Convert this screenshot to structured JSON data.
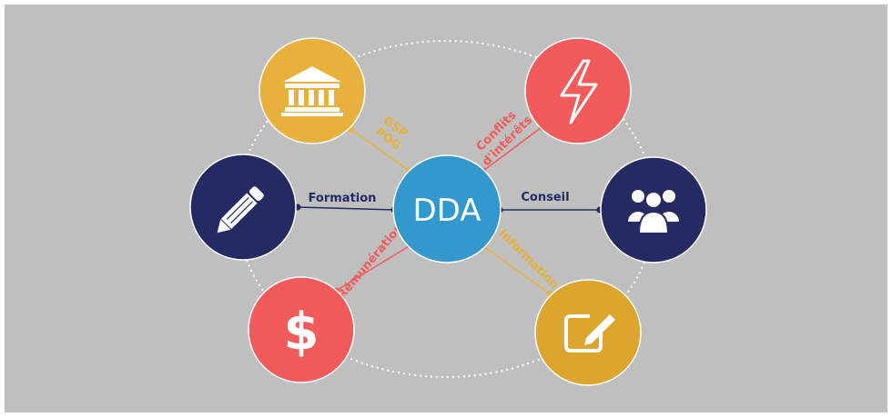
{
  "center": {
    "label": "DDA",
    "color": "#3399cc"
  },
  "colors": {
    "navy": "#252a63",
    "gold": "#e8b13c",
    "coral": "#f25b5b",
    "ellipse": "#ffffff",
    "background": "#bfbfbf"
  },
  "nodes": [
    {
      "id": "bank",
      "icon": "bank-icon",
      "color": "#e8b13c"
    },
    {
      "id": "lightning",
      "icon": "lightning-icon",
      "color": "#f25b5b"
    },
    {
      "id": "pencil",
      "icon": "pencil-icon",
      "color": "#252a63"
    },
    {
      "id": "group",
      "icon": "group-icon",
      "color": "#252a63"
    },
    {
      "id": "dollar",
      "icon": "dollar-icon",
      "color": "#f25b5b"
    },
    {
      "id": "edit",
      "icon": "edit-icon",
      "color": "#dba52e"
    }
  ],
  "connectors": {
    "gsp_pog": {
      "line1": "GSP",
      "line2": "POG",
      "color": "#e8b13c"
    },
    "conflits": {
      "line1": "Conflits",
      "line2": "d'intérêts",
      "color": "#f25b5b"
    },
    "formation": {
      "text": "Formation",
      "color": "#252a63"
    },
    "conseil": {
      "text": "Conseil",
      "color": "#252a63"
    },
    "remuneration": {
      "text": "Rémunération",
      "color": "#f25b5b"
    },
    "information": {
      "text": "Information",
      "color": "#e8b13c"
    }
  }
}
